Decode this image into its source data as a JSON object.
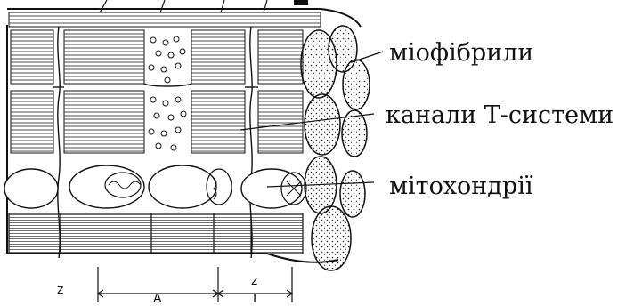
{
  "labels": {
    "myofibrils": "міофібрили",
    "t_system": "канали Т-системи",
    "mitochondria": "мітохондрії"
  },
  "scale_marks": {
    "z_left": "z",
    "a_band": "A",
    "z_right": "z",
    "i_band": "I"
  },
  "colors": {
    "ink": "#111111",
    "paper": "#ffffff"
  }
}
